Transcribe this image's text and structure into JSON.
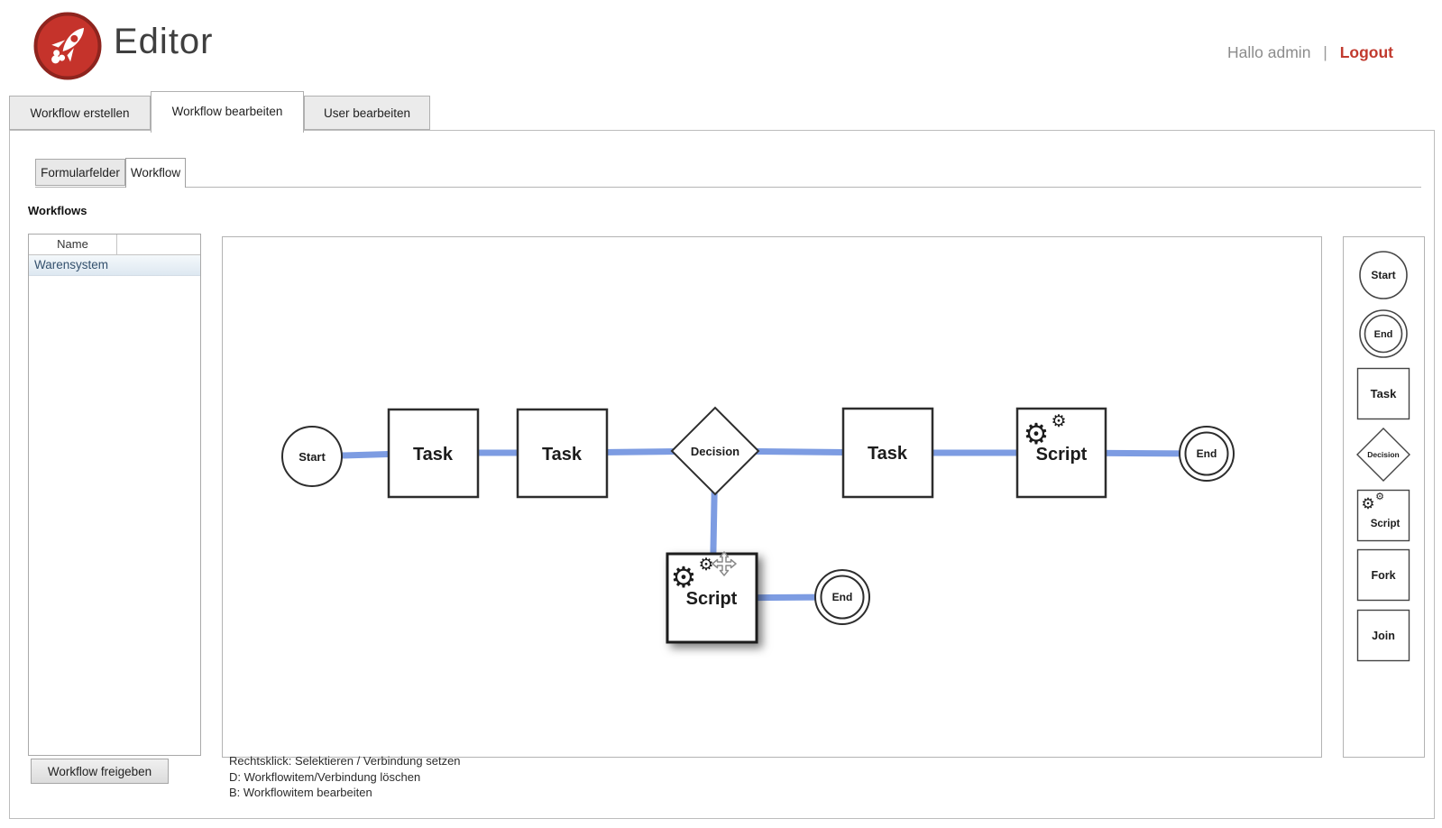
{
  "header": {
    "app_title": "Editor",
    "greeting": "Hallo admin",
    "separator": "|",
    "logout_label": "Logout"
  },
  "main_tabs": {
    "items": [
      {
        "label": "Workflow erstellen",
        "active": false
      },
      {
        "label": "Workflow bearbeiten",
        "active": true
      },
      {
        "label": "User bearbeiten",
        "active": false
      }
    ]
  },
  "sub_tabs": {
    "items": [
      {
        "label": "Formularfelder",
        "active": false
      },
      {
        "label": "Workflow",
        "active": true
      }
    ]
  },
  "workflows": {
    "section_title": "Workflows",
    "list": {
      "header": "Name",
      "items": [
        {
          "name": "Warensystem",
          "selected": true
        }
      ]
    },
    "release_button_label": "Workflow freigeben"
  },
  "canvas": {
    "nodes": [
      {
        "id": "start",
        "type": "start",
        "label": "Start"
      },
      {
        "id": "task-1",
        "type": "task",
        "label": "Task"
      },
      {
        "id": "task-2",
        "type": "task",
        "label": "Task"
      },
      {
        "id": "decision",
        "type": "decision",
        "label": "Decision"
      },
      {
        "id": "task-3",
        "type": "task",
        "label": "Task"
      },
      {
        "id": "script-1",
        "type": "script",
        "label": "Script"
      },
      {
        "id": "end-1",
        "type": "end",
        "label": "End"
      },
      {
        "id": "script-2",
        "type": "script",
        "label": "Script",
        "selected": true
      },
      {
        "id": "end-2",
        "type": "end",
        "label": "End"
      }
    ],
    "connections": [
      {
        "from": "start",
        "to": "task-1"
      },
      {
        "from": "task-1",
        "to": "task-2"
      },
      {
        "from": "task-2",
        "to": "decision"
      },
      {
        "from": "decision",
        "to": "task-3"
      },
      {
        "from": "task-3",
        "to": "script-1"
      },
      {
        "from": "script-1",
        "to": "end-1"
      },
      {
        "from": "decision",
        "to": "script-2"
      },
      {
        "from": "script-2",
        "to": "end-2"
      }
    ]
  },
  "palette": {
    "items": [
      {
        "type": "start",
        "label": "Start"
      },
      {
        "type": "end",
        "label": "End"
      },
      {
        "type": "task",
        "label": "Task"
      },
      {
        "type": "decision",
        "label": "Decision"
      },
      {
        "type": "script",
        "label": "Script"
      },
      {
        "type": "fork",
        "label": "Fork"
      },
      {
        "type": "join",
        "label": "Join"
      }
    ]
  },
  "help": {
    "lines": [
      "Rechtsklick: Selektieren / Verbindung setzen",
      "D: Workflowitem/Verbindung löschen",
      "B: Workflowitem bearbeiten"
    ]
  },
  "colors": {
    "connector_blue": "#7d9ce2",
    "logo_red": "#c5332b",
    "logout_red": "#c13a2e"
  }
}
